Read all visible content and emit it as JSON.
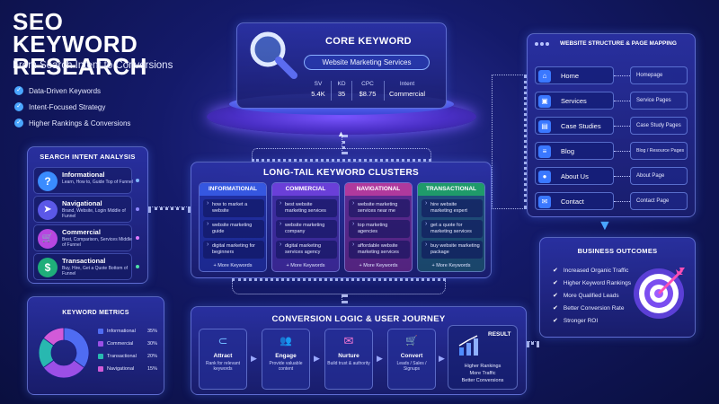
{
  "header": {
    "title": "SEO KEYWORD RESEARCH",
    "subtitle": "From Search Intent to Conversions",
    "checks": [
      "Data-Driven Keywords",
      "Intent-Focused Strategy",
      "Higher Rankings & Conversions"
    ]
  },
  "core": {
    "title": "CORE KEYWORD",
    "keyword": "Website Marketing Services",
    "metrics": [
      {
        "label": "SV",
        "value": "5.4K"
      },
      {
        "label": "KD",
        "value": "35"
      },
      {
        "label": "CPC",
        "value": "$8.75"
      },
      {
        "label": "Intent",
        "value": "Commercial"
      }
    ]
  },
  "intent": {
    "title": "SEARCH INTENT ANALYSIS",
    "items": [
      {
        "name": "Informational",
        "desc": "Learn, How to, Guide Top of Funnel",
        "icon": "?",
        "icon_name": "question-icon",
        "color": "#3a8cff"
      },
      {
        "name": "Navigational",
        "desc": "Brand, Website, Login Middle of Funnel",
        "icon": "➤",
        "icon_name": "compass-icon",
        "color": "#5b58e8"
      },
      {
        "name": "Commercial",
        "desc": "Best, Comparison, Services Middle of Funnel",
        "icon": "🛒",
        "icon_name": "cart-icon",
        "color": "#b746e0"
      },
      {
        "name": "Transactional",
        "desc": "Buy, Hire, Get a Quote Bottom of Funnel",
        "icon": "$",
        "icon_name": "dollar-icon",
        "color": "#1fae7a"
      }
    ]
  },
  "metrics_chart": {
    "title": "KEYWORD METRICS",
    "slices": [
      {
        "name": "Informational",
        "value": 35,
        "label": "35%",
        "color": "#4f6cf2"
      },
      {
        "name": "Commercial",
        "value": 30,
        "label": "30%",
        "color": "#9b4fe6"
      },
      {
        "name": "Transactional",
        "value": 20,
        "label": "20%",
        "color": "#28b8b0"
      },
      {
        "name": "Navigational",
        "value": 15,
        "label": "15%",
        "color": "#d25ad8"
      }
    ]
  },
  "clusters": {
    "title": "LONG-TAIL KEYWORD CLUSTERS",
    "more_label": "+ More Keywords",
    "columns": [
      {
        "name": "INFORMATIONAL",
        "color": "#3557e0",
        "keywords": [
          "how to market a website",
          "website marketing guide",
          "digital marketing for beginners"
        ]
      },
      {
        "name": "COMMERCIAL",
        "color": "#6a3fd8",
        "keywords": [
          "best website marketing services",
          "website marketing company",
          "digital marketing services agency"
        ]
      },
      {
        "name": "NAVIGATIONAL",
        "color": "#b0399d",
        "keywords": [
          "website marketing services near me",
          "top marketing agencies",
          "affordable website marketing services"
        ]
      },
      {
        "name": "TRANSACTIONAL",
        "color": "#1f9a6a",
        "keywords": [
          "hire website marketing expert",
          "get a quote for marketing services",
          "buy website marketing package"
        ]
      }
    ]
  },
  "site": {
    "title": "WEBSITE STRUCTURE & PAGE MAPPING",
    "rows": [
      {
        "label": "Home",
        "page": "Homepage",
        "icon": "⌂",
        "icon_name": "home-icon"
      },
      {
        "label": "Services",
        "page": "Service Pages",
        "icon": "▣",
        "icon_name": "box-icon"
      },
      {
        "label": "Case Studies",
        "page": "Case Study Pages",
        "icon": "▤",
        "icon_name": "folder-icon"
      },
      {
        "label": "Blog",
        "page": "Blog / Resource Pages",
        "icon": "≡",
        "icon_name": "document-icon"
      },
      {
        "label": "About Us",
        "page": "About Page",
        "icon": "●",
        "icon_name": "user-icon"
      },
      {
        "label": "Contact",
        "page": "Contact Page",
        "icon": "✉",
        "icon_name": "mail-icon"
      }
    ]
  },
  "outcomes": {
    "title": "BUSINESS OUTCOMES",
    "items": [
      "Increased Organic Traffic",
      "Higher Keyword Rankings",
      "More Qualified Leads",
      "Better Conversion Rate",
      "Stronger ROI"
    ]
  },
  "conversion": {
    "title": "CONVERSION LOGIC & USER JOURNEY",
    "stages": [
      {
        "name": "Attract",
        "desc": "Rank for relevant keywords",
        "icon": "⊂",
        "icon_name": "magnet-icon",
        "color": "#6fb8ff"
      },
      {
        "name": "Engage",
        "desc": "Provide valuable content",
        "icon": "👥",
        "icon_name": "people-icon",
        "color": "#9ec6ff"
      },
      {
        "name": "Nurture",
        "desc": "Build trust & authority",
        "icon": "✉",
        "icon_name": "envelope-icon",
        "color": "#ff7ad8"
      },
      {
        "name": "Convert",
        "desc": "Leads / Sales / Signups",
        "icon": "🛒",
        "icon_name": "cart-icon",
        "color": "#57e0a8"
      }
    ],
    "result": {
      "title": "RESULT",
      "lines": [
        "Higher Rankings",
        "More Traffic",
        "Better Conversions"
      ]
    }
  }
}
